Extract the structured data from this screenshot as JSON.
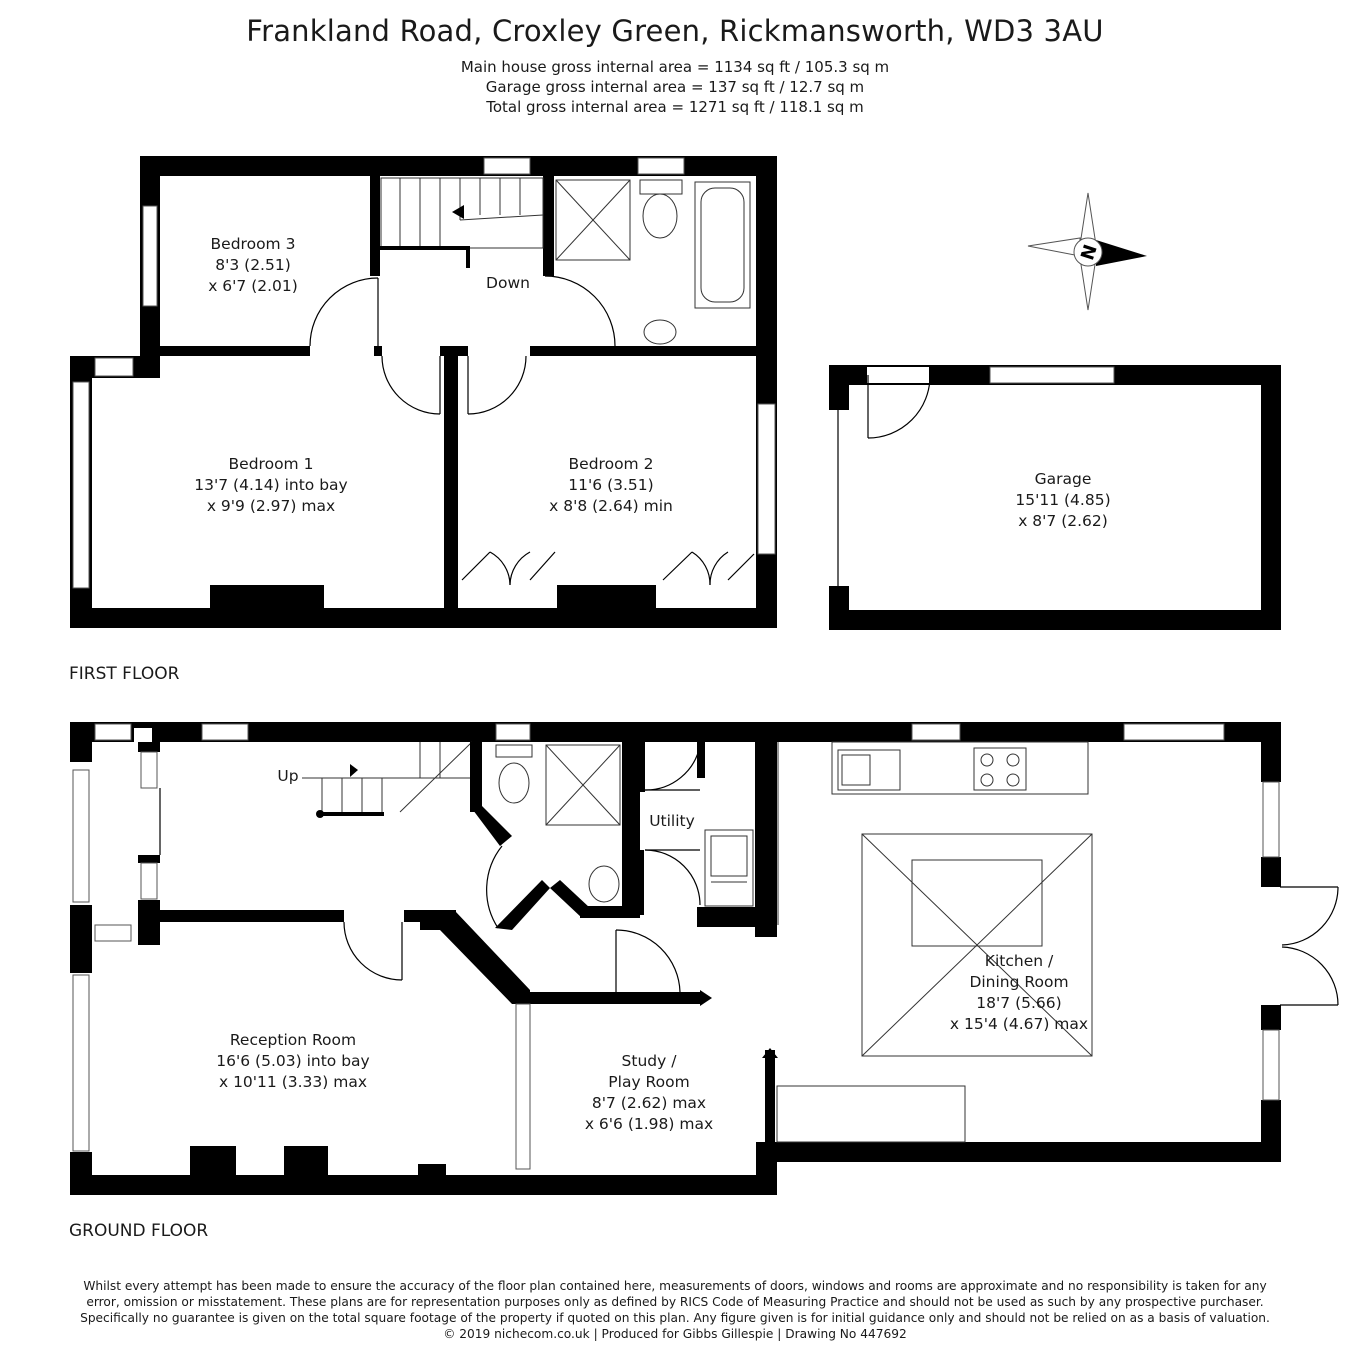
{
  "header": {
    "title": "Frankland Road, Croxley Green, Rickmansworth, WD3 3AU",
    "area_main": "Main house gross internal area =  1134 sq ft / 105.3 sq m",
    "area_garage": "Garage gross internal area = 137 sq ft / 12.7 sq m",
    "area_total": "Total gross internal area =  1271 sq ft / 118.1 sq m"
  },
  "first_floor": {
    "label": "FIRST FLOOR",
    "bedroom3": {
      "name": "Bedroom 3",
      "dim1": "8'3 (2.51)",
      "dim2": "x 6'7 (2.01)"
    },
    "bedroom1": {
      "name": "Bedroom 1",
      "dim1": "13'7 (4.14) into bay",
      "dim2": "x 9'9 (2.97) max"
    },
    "bedroom2": {
      "name": "Bedroom 2",
      "dim1": "11'6 (3.51)",
      "dim2": "x 8'8 (2.64) min"
    },
    "stairs_label": "Down"
  },
  "garage": {
    "name": "Garage",
    "dim1": "15'11 (4.85)",
    "dim2": "x 8'7 (2.62)"
  },
  "compass": {
    "letter": "N"
  },
  "ground_floor": {
    "label": "GROUND FLOOR",
    "stairs_label": "Up",
    "utility": "Utility",
    "kitchen": {
      "name1": "Kitchen /",
      "name2": "Dining Room",
      "dim1": "18'7 (5.66)",
      "dim2": "x 15'4 (4.67) max"
    },
    "reception": {
      "name": "Reception Room",
      "dim1": "16'6 (5.03) into bay",
      "dim2": "x 10'11 (3.33) max"
    },
    "study": {
      "name1": "Study /",
      "name2": "Play Room",
      "dim1": "8'7 (2.62) max",
      "dim2": "x 6'6 (1.98) max"
    }
  },
  "footer": {
    "line1": "Whilst every attempt has been made to ensure the accuracy of the floor plan contained here, measurements of doors, windows and rooms are approximate and no responsibility is taken for any",
    "line2": "error, omission or misstatement. These plans are for representation purposes only as defined by RICS Code of Measuring Practice and should not be used as such by any prospective purchaser.",
    "line3": "Specifically no guarantee is given on the total square footage of the property if quoted on this plan. Any figure given is for initial guidance only and should not be relied on as a basis of valuation.",
    "line4": "© 2019 nichecom.co.uk  |  Produced for Gibbs Gillespie  |  Drawing No 447692"
  }
}
